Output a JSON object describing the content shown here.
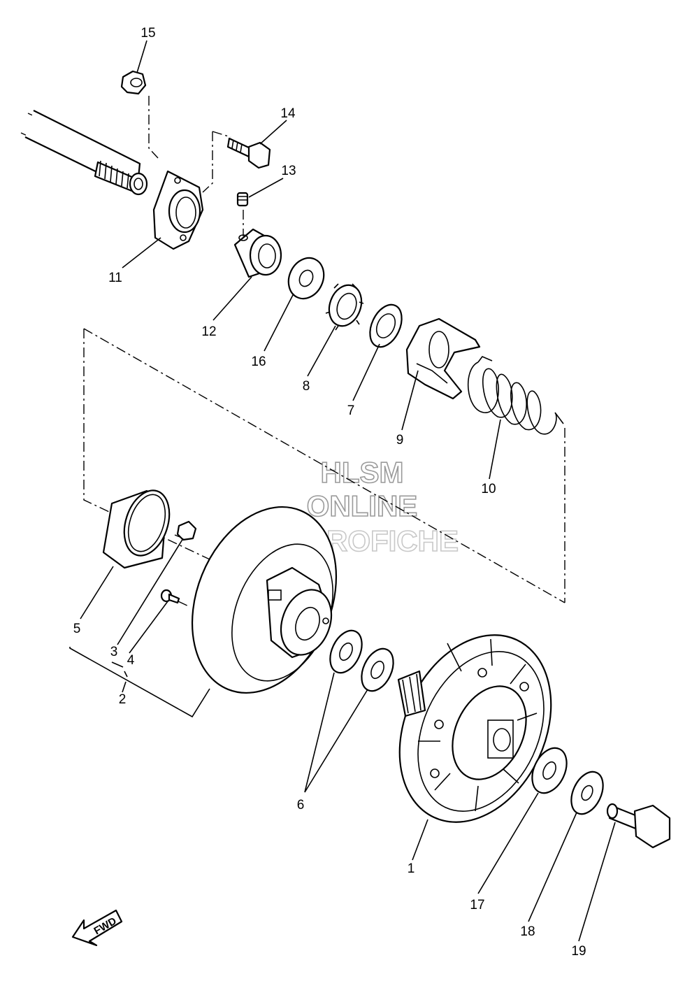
{
  "watermark": {
    "line1": "HLSM",
    "line2": "ONLINE",
    "line3": "MICROFICHE"
  },
  "fwd_label": "FWD",
  "callouts": [
    {
      "id": "c15",
      "label": "15"
    },
    {
      "id": "c14",
      "label": "14"
    },
    {
      "id": "c13",
      "label": "13"
    },
    {
      "id": "c11",
      "label": "11"
    },
    {
      "id": "c12",
      "label": "12"
    },
    {
      "id": "c16",
      "label": "16"
    },
    {
      "id": "c8",
      "label": "8"
    },
    {
      "id": "c7",
      "label": "7"
    },
    {
      "id": "c9",
      "label": "9"
    },
    {
      "id": "c10",
      "label": "10"
    },
    {
      "id": "c5",
      "label": "5"
    },
    {
      "id": "c3",
      "label": "3"
    },
    {
      "id": "c4",
      "label": "4"
    },
    {
      "id": "c2",
      "label": "2"
    },
    {
      "id": "c6",
      "label": "6"
    },
    {
      "id": "c1",
      "label": "1"
    },
    {
      "id": "c17",
      "label": "17"
    },
    {
      "id": "c18",
      "label": "18"
    },
    {
      "id": "c19",
      "label": "19"
    }
  ]
}
